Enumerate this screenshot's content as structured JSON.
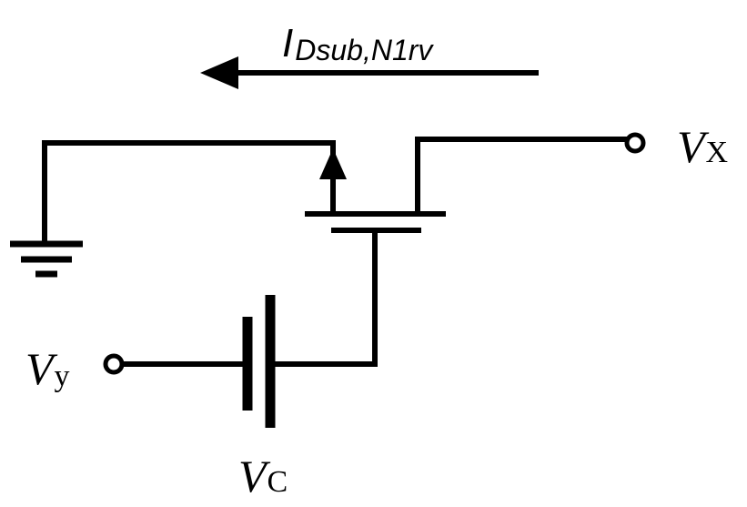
{
  "labels": {
    "current_main": "I",
    "current_sub": "Dsub,N1rv",
    "vx_main": "V",
    "vx_sub": "X",
    "vy_main": "V",
    "vy_sub": "y",
    "vc_main": "V",
    "vc_sub": "C"
  }
}
